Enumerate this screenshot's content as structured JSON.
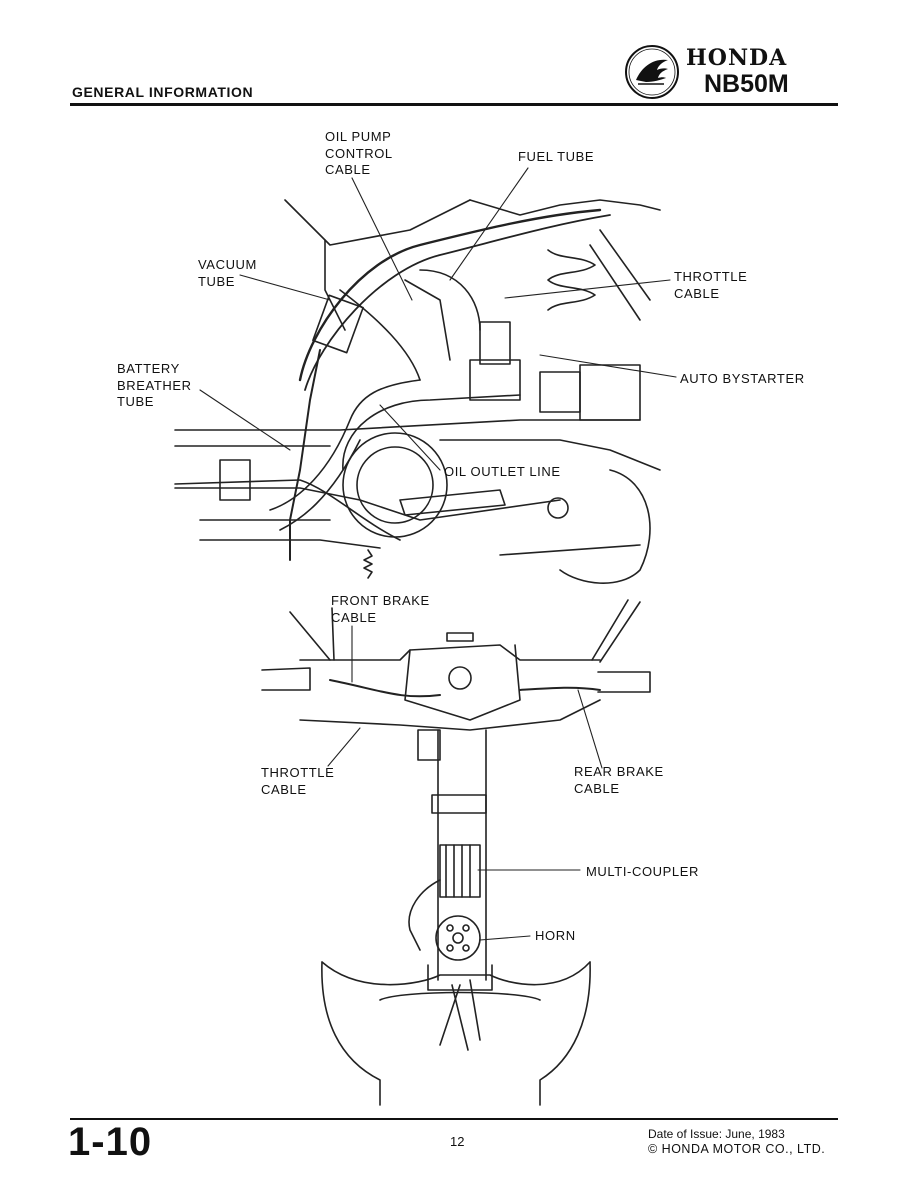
{
  "header": {
    "section_title": "GENERAL INFORMATION",
    "brand": "HONDA",
    "model": "NB50M",
    "logo_icon": "honda-wing-icon"
  },
  "upper_figure": {
    "labels": {
      "oil_pump_control_cable": "OIL PUMP\nCONTROL\nCABLE",
      "fuel_tube": "FUEL TUBE",
      "vacuum_tube": "VACUUM\nTUBE",
      "throttle_cable": "THROTTLE\nCABLE",
      "battery_breather_tube": "BATTERY\nBREATHER\nTUBE",
      "auto_bystarter": "AUTO BYSTARTER",
      "oil_outlet_line": "OIL OUTLET LINE"
    }
  },
  "lower_figure": {
    "labels": {
      "front_brake_cable": "FRONT BRAKE\nCABLE",
      "throttle_cable": "THROTTLE\nCABLE",
      "rear_brake_cable": "REAR BRAKE\nCABLE",
      "multi_coupler": "MULTI-COUPLER",
      "horn": "HORN"
    }
  },
  "footer": {
    "page_number": "1-10",
    "folio": "12",
    "issue_date": "Date of Issue: June, 1983",
    "copyright": "© HONDA MOTOR CO., LTD."
  }
}
